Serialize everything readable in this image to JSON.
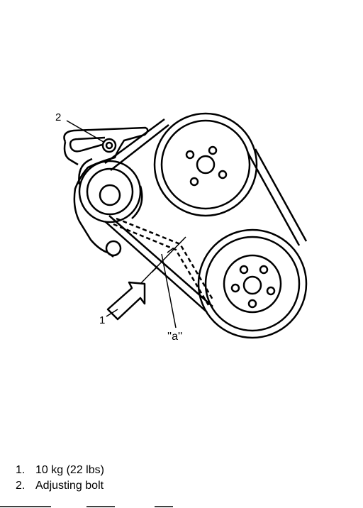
{
  "callouts": {
    "one": "1",
    "two": "2",
    "deflection": "''a''"
  },
  "legend": [
    {
      "num": "1.",
      "text": "10 kg (22 lbs)"
    },
    {
      "num": "2.",
      "text": "Adjusting bolt"
    }
  ]
}
